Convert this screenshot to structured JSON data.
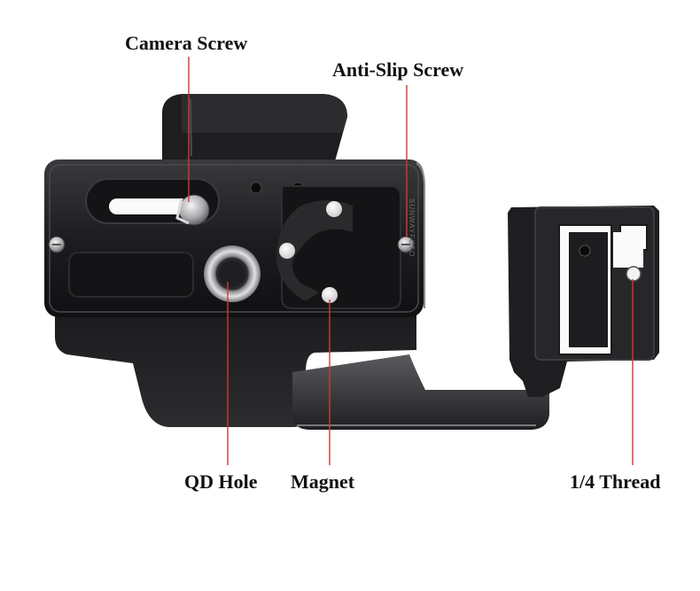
{
  "callouts": {
    "camera_screw": "Camera Screw",
    "anti_slip_screw": "Anti-Slip Screw",
    "qd_hole": "QD Hole",
    "magnet": "Magnet",
    "thread": "1/4 Thread"
  },
  "brand_engraving": "SUNWAYFOTO",
  "colors": {
    "background": "#ffffff",
    "bracket_body": "#1b1b1d",
    "bracket_edge": "#5a5a5e",
    "pointer_line": "#d23a2a",
    "label_text": "#111111"
  }
}
